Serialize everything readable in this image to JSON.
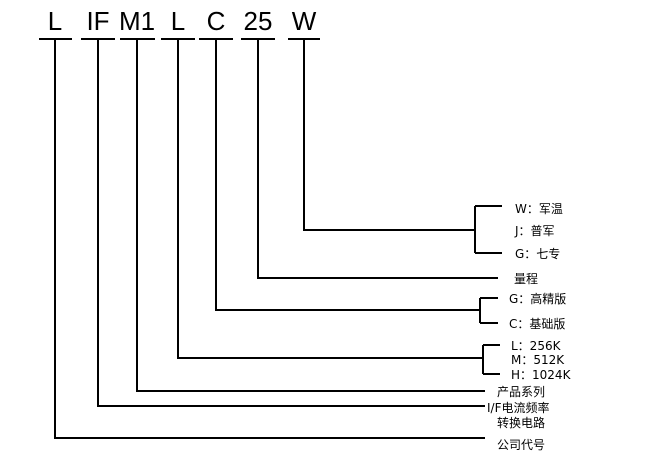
{
  "code_segments": [
    "L",
    "IF",
    "M1",
    "L",
    "C",
    "25",
    "W"
  ],
  "descriptions": {
    "company_code": "公司代号",
    "conversion_circuit": "转换电路",
    "if_frequency": "I/F电流频率",
    "product_series": "产品系列",
    "size": {
      "options": [
        "L：256K",
        "M：512K",
        "H：1024K"
      ]
    },
    "version": {
      "options": [
        "G：高精版",
        "C：基础版"
      ]
    },
    "range": "量程",
    "grade": {
      "options": [
        "W：军温",
        "J：普军",
        "G：七专"
      ]
    }
  }
}
